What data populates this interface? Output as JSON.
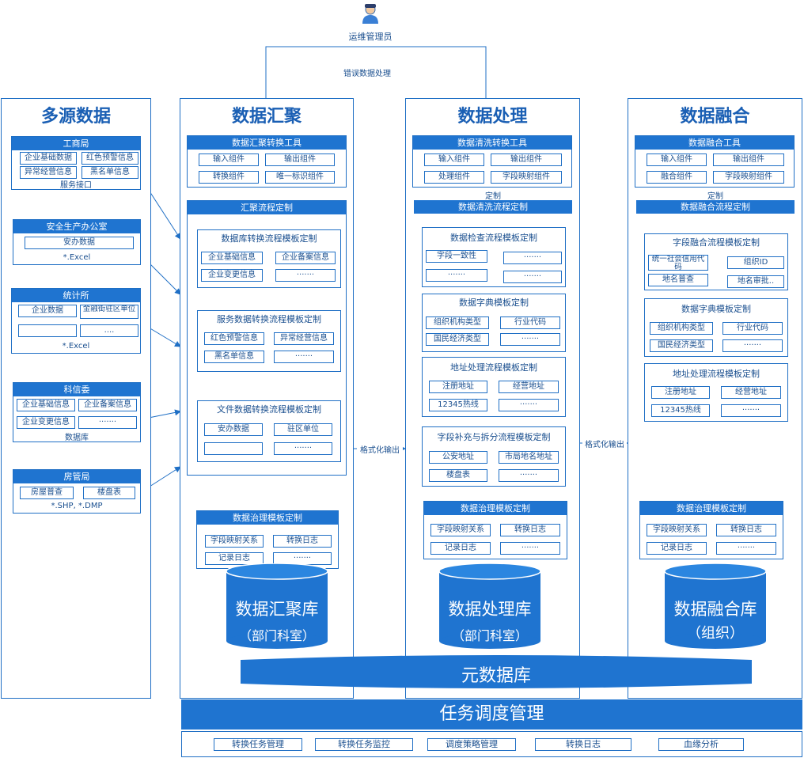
{
  "top": {
    "admin": "运维管理员",
    "error_label": "错误数据处理"
  },
  "sources": {
    "title": "多源数据",
    "groups": [
      {
        "title": "工商局",
        "cells": [
          "企业基础数据",
          "红色预警信息",
          "异常经营信息",
          "黑名单信息"
        ],
        "note": "服务接口"
      },
      {
        "title": "安全生产办公室",
        "cells": [
          "安办数据"
        ],
        "note": "*.Excel"
      },
      {
        "title": "统计所",
        "cells": [
          "企业数据",
          "金融街驻区单位",
          "",
          "...."
        ],
        "note": "*.Excel"
      },
      {
        "title": "科信委",
        "cells": [
          "企业基础信息",
          "企业备案信息",
          "企业变更信息",
          "·······"
        ],
        "note": "数据库"
      },
      {
        "title": "房管局",
        "cells": [
          "房屋普查",
          "楼盘表"
        ],
        "note": "*.SHP, *.DMP"
      }
    ]
  },
  "collect": {
    "title": "数据汇聚",
    "tool": {
      "title": "数据汇聚转换工具",
      "cells": [
        "输入组件",
        "输出组件",
        "转换组件",
        "唯一标识组件"
      ]
    },
    "flow": {
      "title": "汇聚流程定制",
      "subs": [
        {
          "title": "数据库转换流程模板定制",
          "cells": [
            "企业基础信息",
            "企业备案信息",
            "企业变更信息",
            "·······"
          ]
        },
        {
          "title": "服务数据转换流程模板定制",
          "cells": [
            "红色预警信息",
            "异常经营信息",
            "黑名单信息",
            "·······"
          ]
        },
        {
          "title": "文件数据转换流程模板定制",
          "cells": [
            "安办数据",
            "驻区单位",
            "",
            "·······"
          ]
        }
      ]
    },
    "gov": {
      "title": "数据治理模板定制",
      "cells": [
        "字段映射关系",
        "转换日志",
        "记录日志",
        "·······"
      ]
    },
    "db": {
      "line1": "数据汇聚库",
      "line2": "（部门科室）"
    }
  },
  "process": {
    "title": "数据处理",
    "tool": {
      "title": "数据清洗转换工具",
      "cells": [
        "输入组件",
        "输出组件",
        "处理组件",
        "字段映射组件"
      ]
    },
    "custom_label": "定制",
    "flow_title": "数据清洗流程定制",
    "subs": [
      {
        "title": "数据检查流程模板定制",
        "cells": [
          "字段一致性",
          "·······",
          "·······",
          "·······"
        ]
      },
      {
        "title": "数据字典模板定制",
        "cells": [
          "组织机构类型",
          "行业代码",
          "国民经济类型",
          "·······"
        ]
      },
      {
        "title": "地址处理流程模板定制",
        "cells": [
          "注册地址",
          "经营地址",
          "12345热线",
          "·······"
        ]
      },
      {
        "title": "字段补充与拆分流程模板定制",
        "cells": [
          "公安地址",
          "市局地名地址",
          "楼盘表",
          "·······"
        ]
      }
    ],
    "gov": {
      "title": "数据治理模板定制",
      "cells": [
        "字段映射关系",
        "转换日志",
        "记录日志",
        "·······"
      ]
    },
    "db": {
      "line1": "数据处理库",
      "line2": "（部门科室）"
    }
  },
  "fusion": {
    "title": "数据融合",
    "tool": {
      "title": "数据融合工具",
      "cells": [
        "输入组件",
        "输出组件",
        "融合组件",
        "字段映射组件"
      ]
    },
    "custom_label": "定制",
    "flow_title": "数据融合流程定制",
    "subs": [
      {
        "title": "字段融合流程模板定制",
        "cells": [
          "统一社会信用代码",
          "组织ID",
          "地名普查",
          "地名审批.."
        ]
      },
      {
        "title": "数据字典模板定制",
        "cells": [
          "组织机构类型",
          "行业代码",
          "国民经济类型",
          "·······"
        ]
      },
      {
        "title": "地址处理流程模板定制",
        "cells": [
          "注册地址",
          "经营地址",
          "12345热线",
          "·······"
        ]
      }
    ],
    "gov": {
      "title": "数据治理模板定制",
      "cells": [
        "字段映射关系",
        "转换日志",
        "记录日志",
        "·······"
      ]
    },
    "db": {
      "line1": "数据融合库",
      "line2": "（组织）"
    }
  },
  "arrows": {
    "format_output_1": "格式化输出",
    "format_output_2": "格式化输出"
  },
  "meta_db": "元数据库",
  "scheduler": {
    "title": "任务调度管理",
    "items": [
      "转换任务管理",
      "转换任务监控",
      "调度策略管理",
      "转换日志",
      "血缘分析"
    ]
  }
}
